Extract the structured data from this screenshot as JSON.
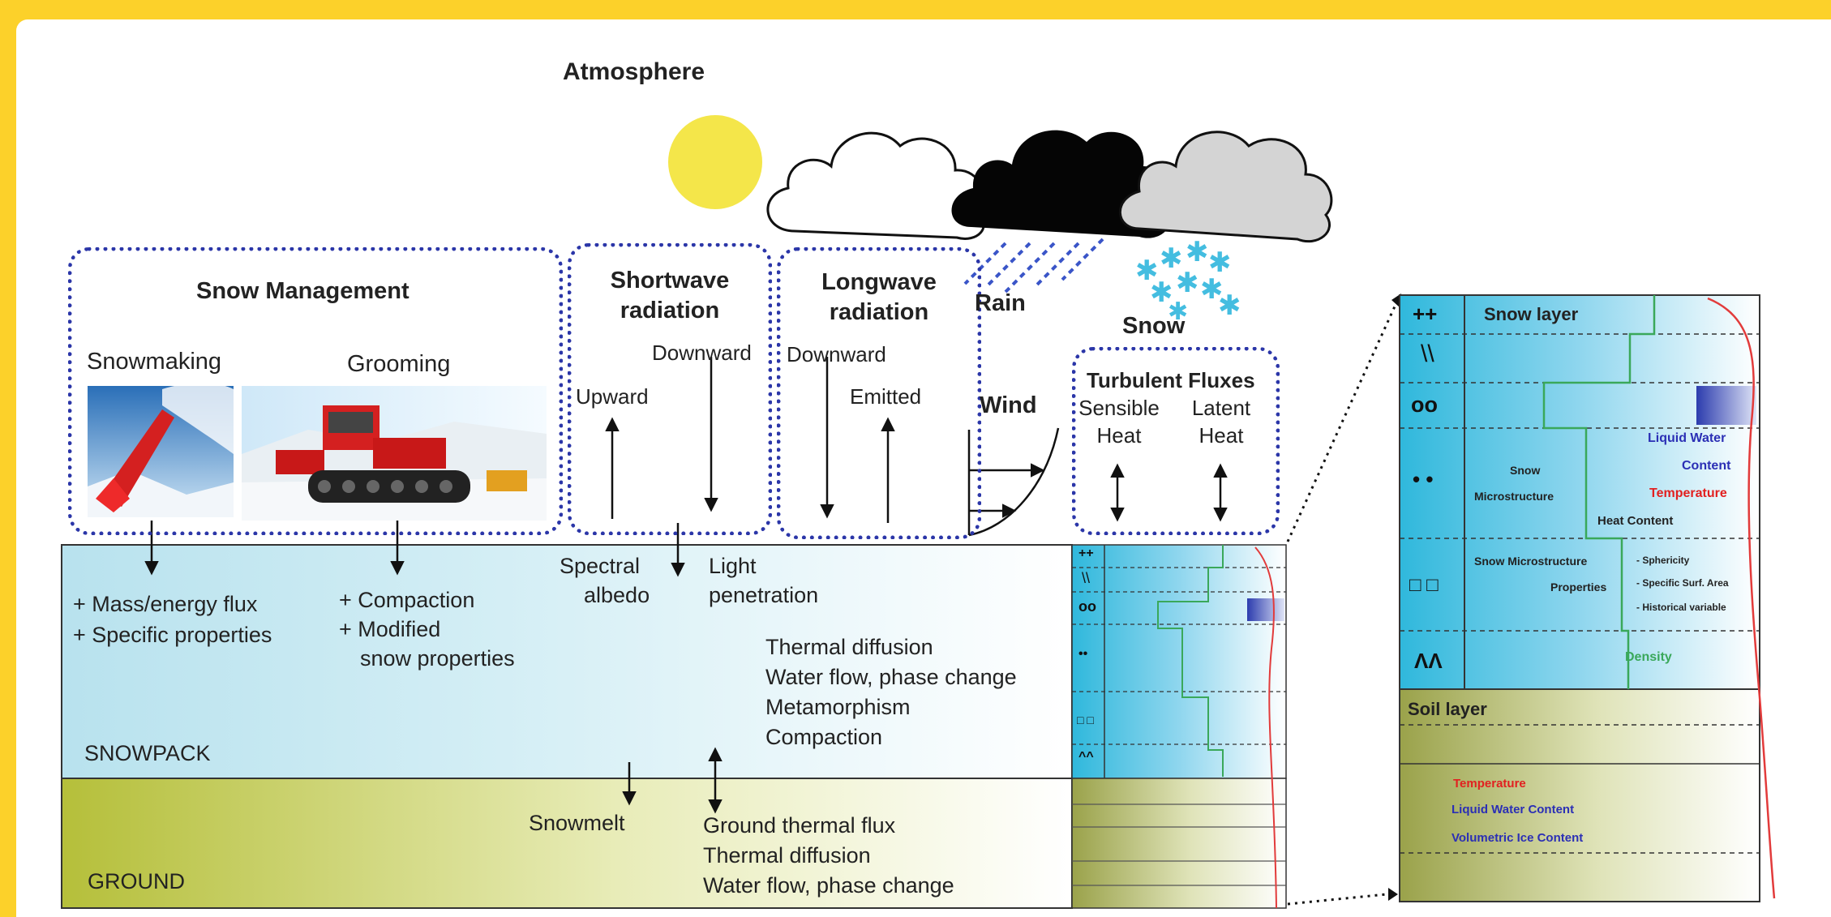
{
  "atmosphere": {
    "title": "Atmosphere"
  },
  "snow_management": {
    "title": "Snow Management",
    "snowmaking_label": "Snowmaking",
    "grooming_label": "Grooming",
    "effects_left": [
      "+ Mass/energy flux",
      "+ Specific properties"
    ],
    "effects_right": [
      "+ Compaction",
      "+ Modified",
      "snow properties"
    ]
  },
  "shortwave": {
    "title_line1": "Shortwave",
    "title_line2": "radiation",
    "upward": "Upward",
    "downward": "Downward"
  },
  "longwave": {
    "title_line1": "Longwave",
    "title_line2": "radiation",
    "downward": "Downward",
    "emitted": "Emitted"
  },
  "rain": {
    "label": "Rain"
  },
  "snow": {
    "label": "Snow"
  },
  "wind": {
    "label": "Wind"
  },
  "turbulent": {
    "title": "Turbulent Fluxes",
    "sensible_1": "Sensible",
    "sensible_2": "Heat",
    "latent_1": "Latent",
    "latent_2": "Heat"
  },
  "snowpack": {
    "label": "SNOWPACK",
    "spectral_1": "Spectral",
    "spectral_2": "albedo",
    "light_1": "Light",
    "light_2": "penetration",
    "processes": [
      "Thermal diffusion",
      "Water flow, phase change",
      "Metamorphism",
      "Compaction"
    ]
  },
  "ground": {
    "label": "GROUND",
    "snowmelt": "Snowmelt",
    "processes": [
      "Ground thermal flux",
      "Thermal diffusion",
      "Water flow, phase change"
    ]
  },
  "small_column": {
    "symbols": [
      "++",
      "\\\\",
      "oo",
      "••",
      "□ □",
      "^^"
    ]
  },
  "detail": {
    "symbols": [
      "++",
      "\\\\",
      "oo",
      "• •",
      "□ □",
      "ΛΛ"
    ],
    "snow_layer": "Snow layer",
    "liquid_water_1": "Liquid Water",
    "liquid_water_2": "Content",
    "temperature": "Temperature",
    "snow_micro_1": "Snow",
    "snow_micro_2": "Microstructure",
    "heat_content": "Heat Content",
    "micro_props_1": "Snow Microstructure",
    "micro_props_2": "Properties",
    "sphericity": "- Sphericity",
    "specific_surf": "- Specific Surf. Area",
    "historical": "- Historical variable",
    "density": "Density",
    "soil_layer": "Soil layer",
    "soil_temperature": "Temperature",
    "soil_lwc": "Liquid Water Content",
    "soil_ice": "Volumetric Ice Content"
  },
  "colors": {
    "background": "#fcd12a",
    "dotted_box": "#2b36a8",
    "snowpack_blue": "#b8e2ee",
    "ground_olive": "#b5bf3a",
    "column_cyan": "#2fb8dc",
    "profile_green": "#3aa85a",
    "profile_red": "#e23b3b",
    "label_blue": "#2b2fb5",
    "label_red": "#e22020",
    "label_green": "#3aa85a",
    "sun": "#f4e64a"
  }
}
